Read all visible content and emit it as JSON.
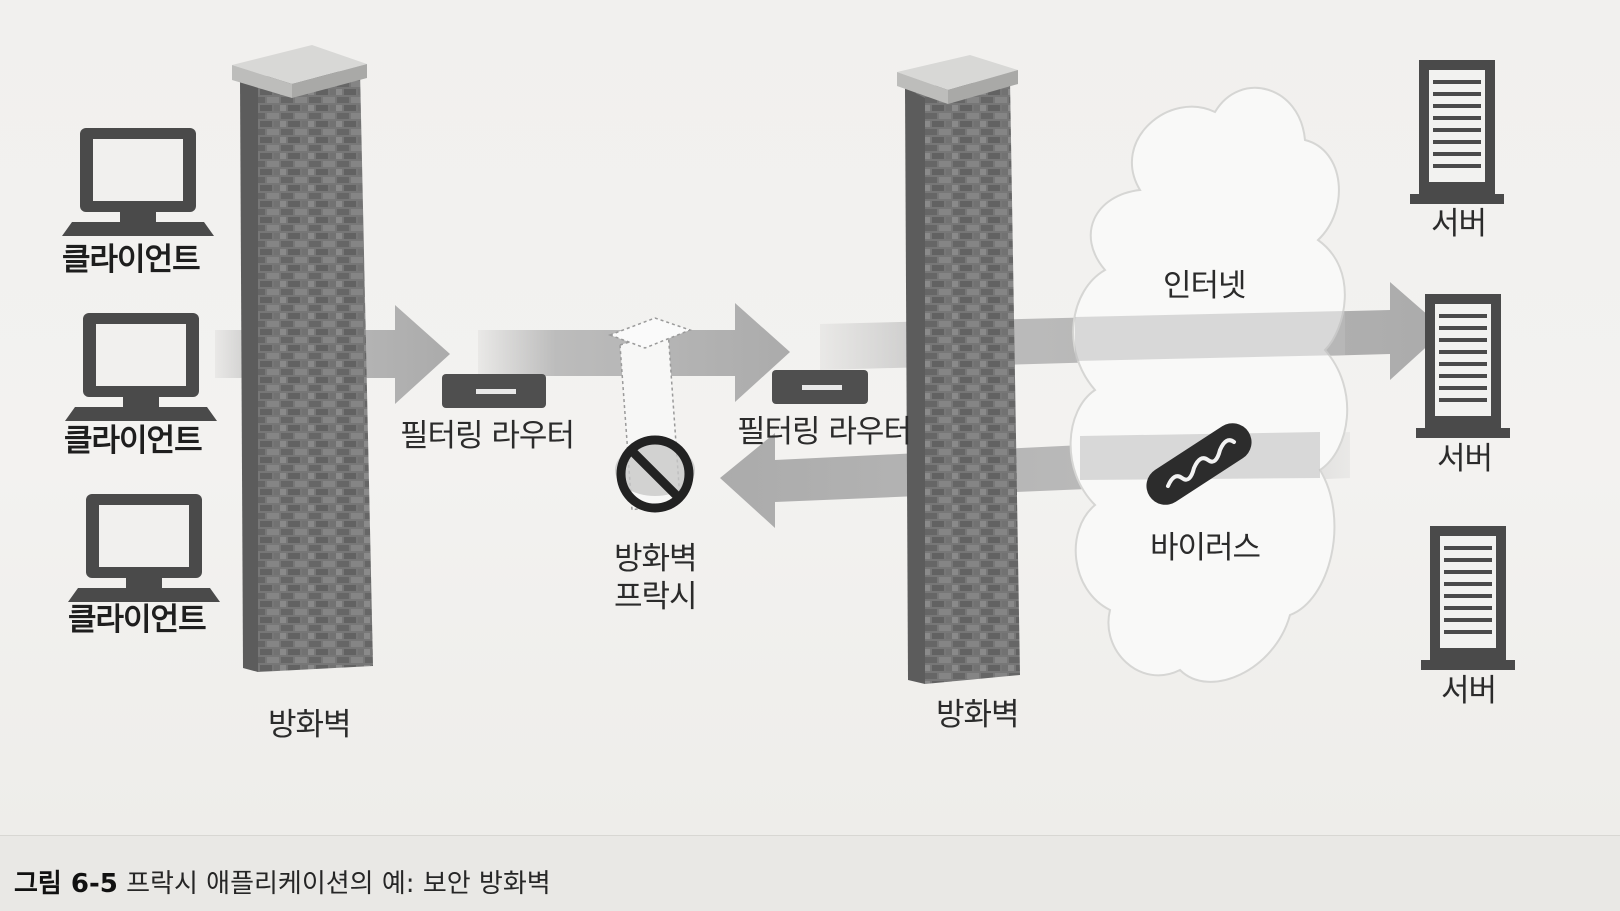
{
  "labels": {
    "client": "클라이언트",
    "firewall": "방화벽",
    "filtering_router": "필터링 라우터",
    "firewall_proxy_line1": "방화벽",
    "firewall_proxy_line2": "프락시",
    "internet": "인터넷",
    "virus": "바이러스",
    "server": "서버"
  },
  "caption": {
    "number": "그림 6-5",
    "text": "프락시 애플리케이션의 예: 보안 방화벽"
  },
  "colors": {
    "brick_wall": "#6e6e6e",
    "wall_cap": "#c9c9c9",
    "arrow": "#b3b3b3",
    "device": "#4a4a4a",
    "cloud": "#f7f7f7"
  }
}
